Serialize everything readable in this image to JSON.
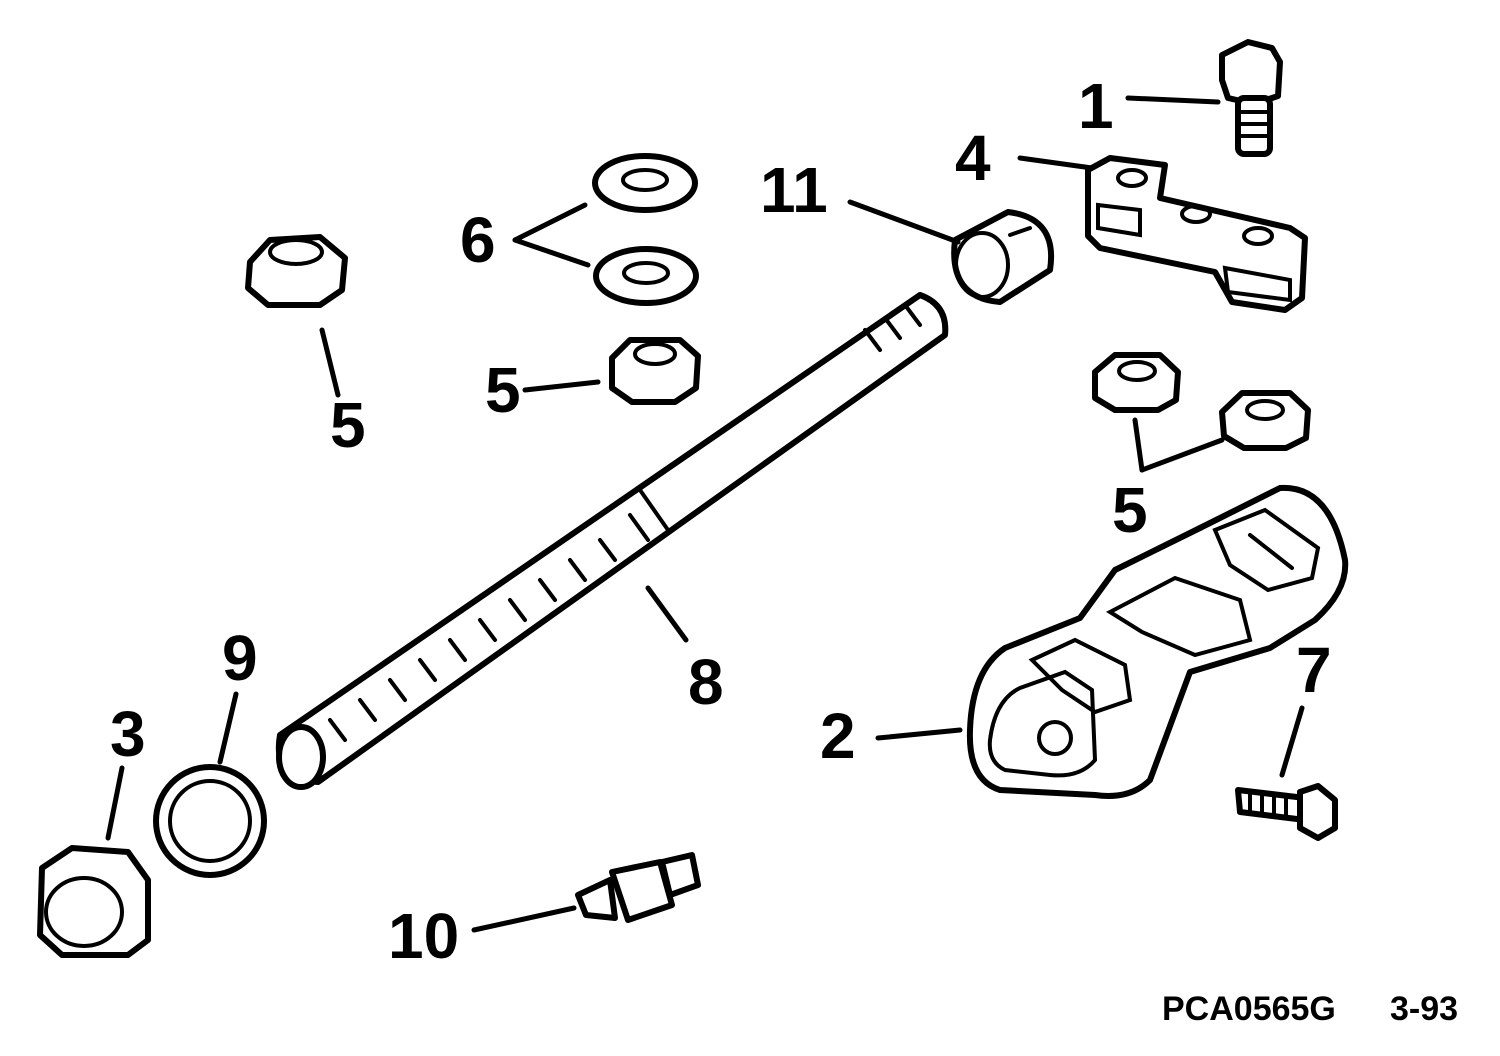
{
  "diagram": {
    "callouts": {
      "c1": "1",
      "c2": "2",
      "c3": "3",
      "c4": "4",
      "c5a": "5",
      "c5b": "5",
      "c5c": "5",
      "c6": "6",
      "c7": "7",
      "c8": "8",
      "c9": "9",
      "c10": "10",
      "c11": "11"
    },
    "drawing_code": "PCA0565G",
    "page_ref": "3-93"
  }
}
